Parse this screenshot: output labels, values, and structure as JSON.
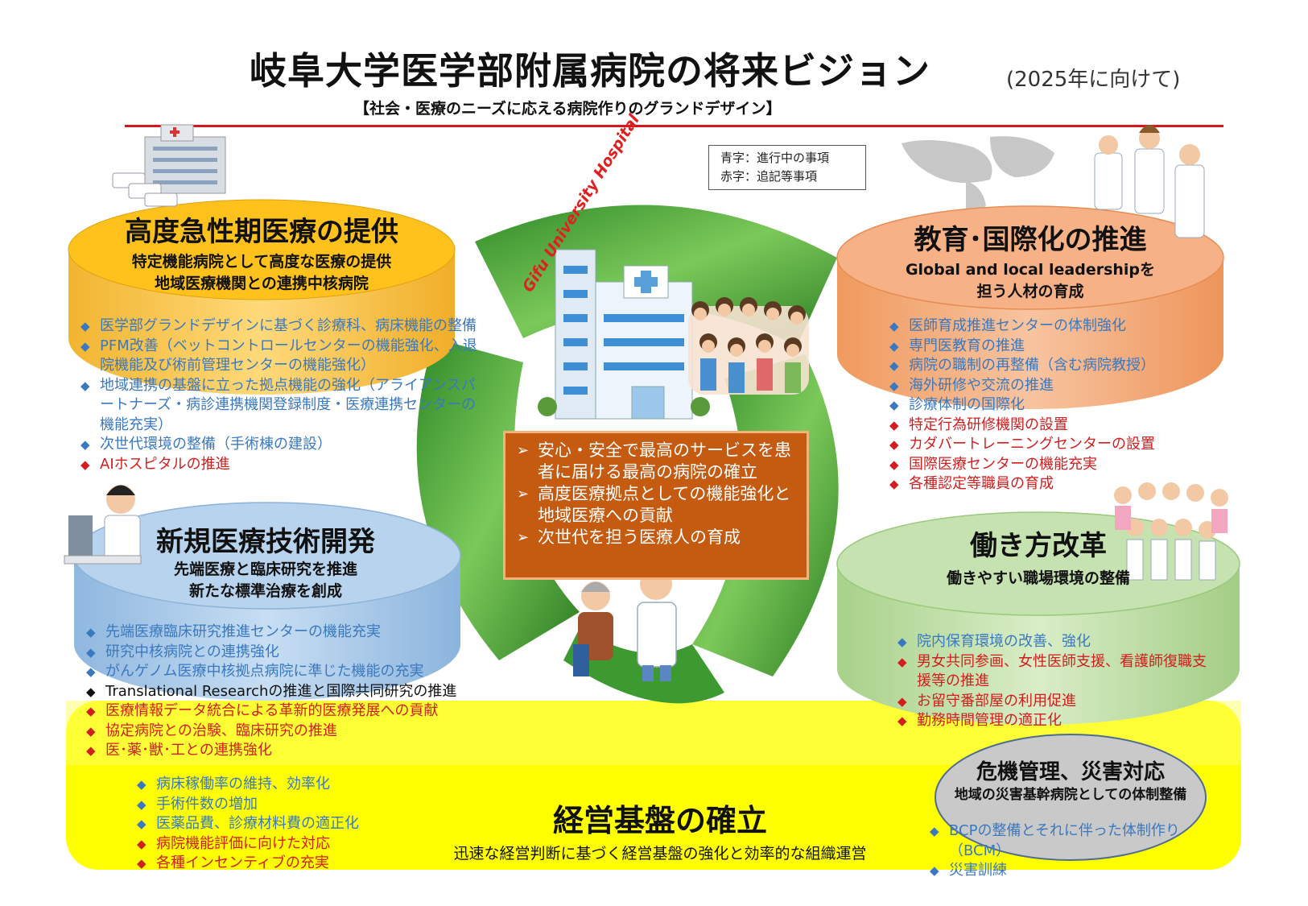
{
  "header": {
    "title": "岐阜大学医学部附属病院の将来ビジョン",
    "title_note": "(2025年に向けて)",
    "subtitle": "【社会・医療のニーズに応える病院作りのグランドデザイン】"
  },
  "legend": {
    "blue_label": "青字：進行中の事項",
    "red_label": "赤字：追記等事項"
  },
  "colors": {
    "blue_text": "#3a78c0",
    "red_text": "#d21e1e",
    "orange_cylinder": "#f5b942",
    "salmon_cylinder": "#f3a66f",
    "blue_cylinder": "#9fc4e6",
    "green_cylinder": "#b9dc9c",
    "yellow_base": "#ffff00",
    "center_box": "#c55a11"
  },
  "hospital_sign": "Gifu University Hospital",
  "sections": {
    "acute": {
      "title": "高度急性期医療の提供",
      "subtitle": [
        "特定機能病院として高度な医療の提供",
        "地域医療機関との連携中核病院"
      ],
      "items": [
        {
          "text": "医学部グランドデザインに基づく診療科、病床機能の整備",
          "color": "blue"
        },
        {
          "text": "PFM改善（ベットコントロールセンターの機能強化、入退院機能及び術前管理センターの機能強化）",
          "color": "blue"
        },
        {
          "text": "地域連携の基盤に立った拠点機能の強化（アライアンスパートナーズ・病診連携機関登録制度・医療連携センターの機能充実）",
          "color": "blue"
        },
        {
          "text": "次世代環境の整備（手術棟の建設）",
          "color": "blue"
        },
        {
          "text": "AIホスピタルの推進",
          "color": "red"
        }
      ]
    },
    "education": {
      "title": "教育･国際化の推進",
      "subtitle": [
        "Global and local leadershipを",
        "担う人材の育成"
      ],
      "items": [
        {
          "text": "医師育成推進センターの体制強化",
          "color": "blue"
        },
        {
          "text": "専門医教育の推進",
          "color": "blue"
        },
        {
          "text": "病院の職制の再整備（含む病院教授）",
          "color": "blue"
        },
        {
          "text": "海外研修や交流の推進",
          "color": "blue"
        },
        {
          "text": "診療体制の国際化",
          "color": "blue"
        },
        {
          "text": "特定行為研修機関の設置",
          "color": "red"
        },
        {
          "text": "カダバートレーニングセンターの設置",
          "color": "red"
        },
        {
          "text": "国際医療センターの機能充実",
          "color": "red"
        },
        {
          "text": "各種認定等職員の育成",
          "color": "red"
        }
      ]
    },
    "research": {
      "title": "新規医療技術開発",
      "subtitle": [
        "先端医療と臨床研究を推進",
        "新たな標準治療を創成"
      ],
      "items": [
        {
          "text": "先端医療臨床研究推進センターの機能充実",
          "color": "blue"
        },
        {
          "text": "研究中核病院との連携強化",
          "color": "blue"
        },
        {
          "text": "がんゲノム医療中核拠点病院に準じた機能の充実",
          "color": "blue"
        },
        {
          "text": "Translational Researchの推進と国際共同研究の推進",
          "color": "black"
        },
        {
          "text": "医療情報データ統合による革新的医療発展への貢献",
          "color": "red"
        },
        {
          "text": "協定病院との治験、臨床研究の推進",
          "color": "red"
        },
        {
          "text": "医･薬･獣･工との連携強化",
          "color": "red"
        }
      ]
    },
    "workstyle": {
      "title": "働き方改革",
      "subtitle": [
        "働きやすい職場環境の整備"
      ],
      "items": [
        {
          "text": "院内保育環境の改善、強化",
          "color": "blue"
        },
        {
          "text": "男女共同参画、女性医師支援、看護師復職支援等の推進",
          "color": "red"
        },
        {
          "text": "お留守番部屋の利用促進",
          "color": "red"
        },
        {
          "text": "勤務時間管理の適正化",
          "color": "red"
        }
      ]
    },
    "management": {
      "title": "経営基盤の確立",
      "subtitle": "迅速な経営判断に基づく経営基盤の強化と効率的な組織運営",
      "items": [
        {
          "text": "病床稼働率の維持、効率化",
          "color": "blue"
        },
        {
          "text": "手術件数の増加",
          "color": "blue"
        },
        {
          "text": "医薬品費、診療材料費の適正化",
          "color": "blue"
        },
        {
          "text": "病院機能評価に向けた対応",
          "color": "red"
        },
        {
          "text": "各種インセンティブの充実",
          "color": "red"
        }
      ]
    },
    "crisis": {
      "title": "危機管理、災害対応",
      "subtitle": "地域の災害基幹病院としての体制整備",
      "items": [
        {
          "text": "BCPの整備とそれに伴った体制作り（BCM）",
          "color": "blue"
        },
        {
          "text": "災害訓練",
          "color": "blue"
        }
      ]
    }
  },
  "center": {
    "items": [
      "安心・安全で最高のサービスを患者に届ける最高の病院の確立",
      "高度医療拠点としての機能強化と地域医療への貢献",
      "次世代を担う医療人の育成"
    ]
  }
}
